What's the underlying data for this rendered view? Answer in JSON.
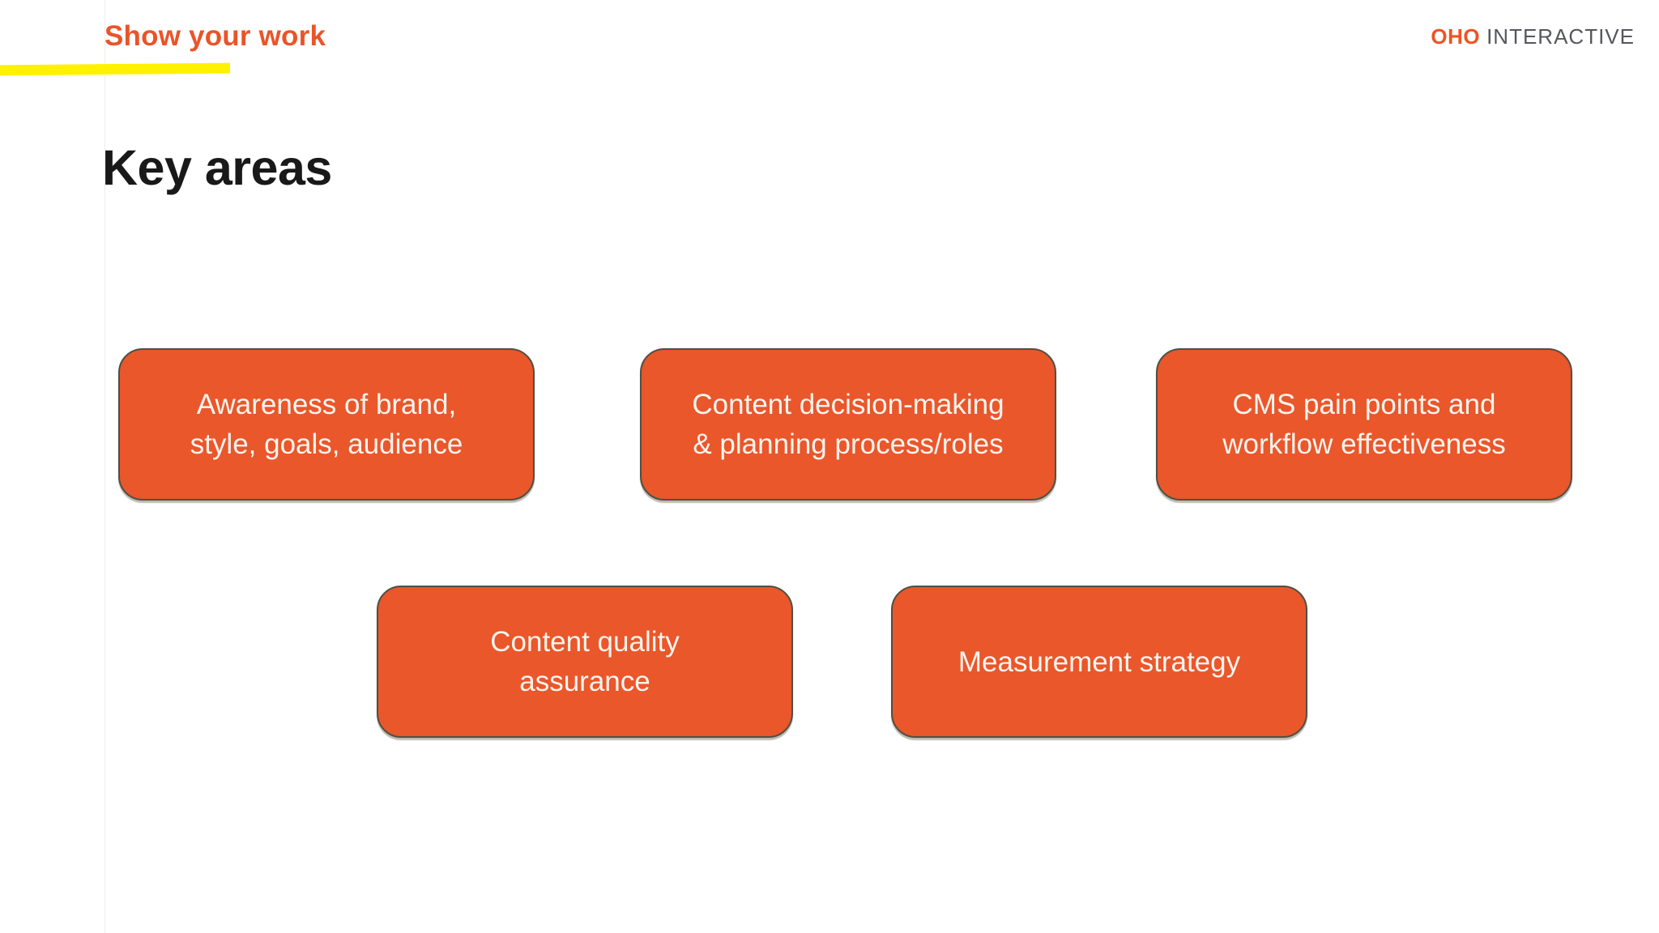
{
  "header": {
    "tagline": "Show your work",
    "logo_primary": "OHO",
    "logo_secondary": "INTERACTIVE"
  },
  "main": {
    "title": "Key areas",
    "key_areas": [
      {
        "label": "Awareness of brand,\nstyle, goals, audience"
      },
      {
        "label": "Content decision-making\n& planning process/roles"
      },
      {
        "label": "CMS pain points and\nworkflow effectiveness"
      },
      {
        "label": "Content quality\nassurance"
      },
      {
        "label": "Measurement strategy"
      }
    ]
  },
  "colors": {
    "brand_orange": "#EA5429",
    "box_fill": "#E9572B",
    "box_border": "#504F45",
    "box_text": "#FBF4EE",
    "highlight_yellow": "#FFF100",
    "logo_orange": "#F05323",
    "logo_gray": "#55575C",
    "title_black": "#191919"
  }
}
